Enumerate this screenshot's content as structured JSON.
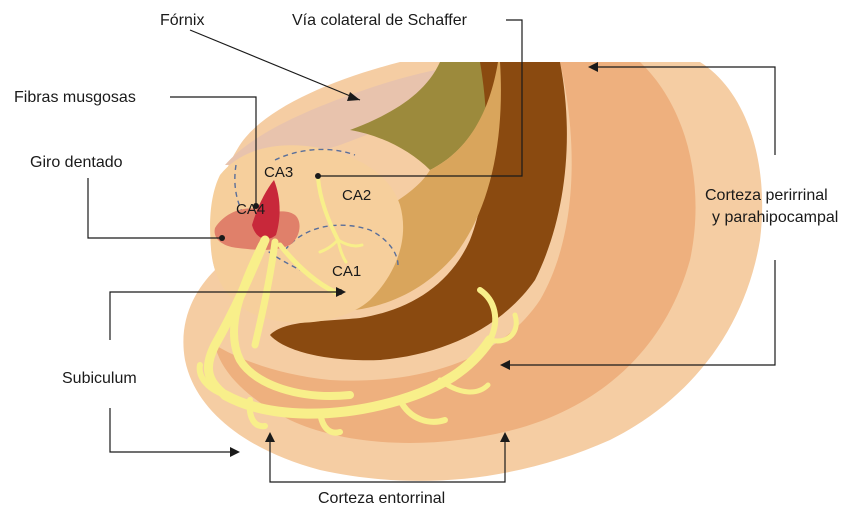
{
  "labels": {
    "fornix": "Fórnix",
    "schaffer": "Vía colateral de Schaffer",
    "mossy_fibers": "Fibras musgosas",
    "dentate_gyrus": "Giro dentado",
    "perirhinal_line1": "Corteza perirrinal",
    "perirhinal_line2": "y parahipocampal",
    "subiculum": "Subiculum",
    "entorhinal": "Corteza entorrinal"
  },
  "regions": {
    "ca1": "CA1",
    "ca2": "CA2",
    "ca3": "CA3",
    "ca4": "CA4"
  },
  "colors": {
    "outer_cortex": "#f3c79b",
    "inner_cortex": "#eca877",
    "ventricle_dark": "#8a4a10",
    "ventricle_mid": "#c4843a",
    "hippocampus": "#f6cf9c",
    "fibers": "#f8ef8a",
    "dentate": "#e0806a",
    "ca4_red": "#c8283a",
    "dashed_boundary": "#5a6f9a"
  }
}
